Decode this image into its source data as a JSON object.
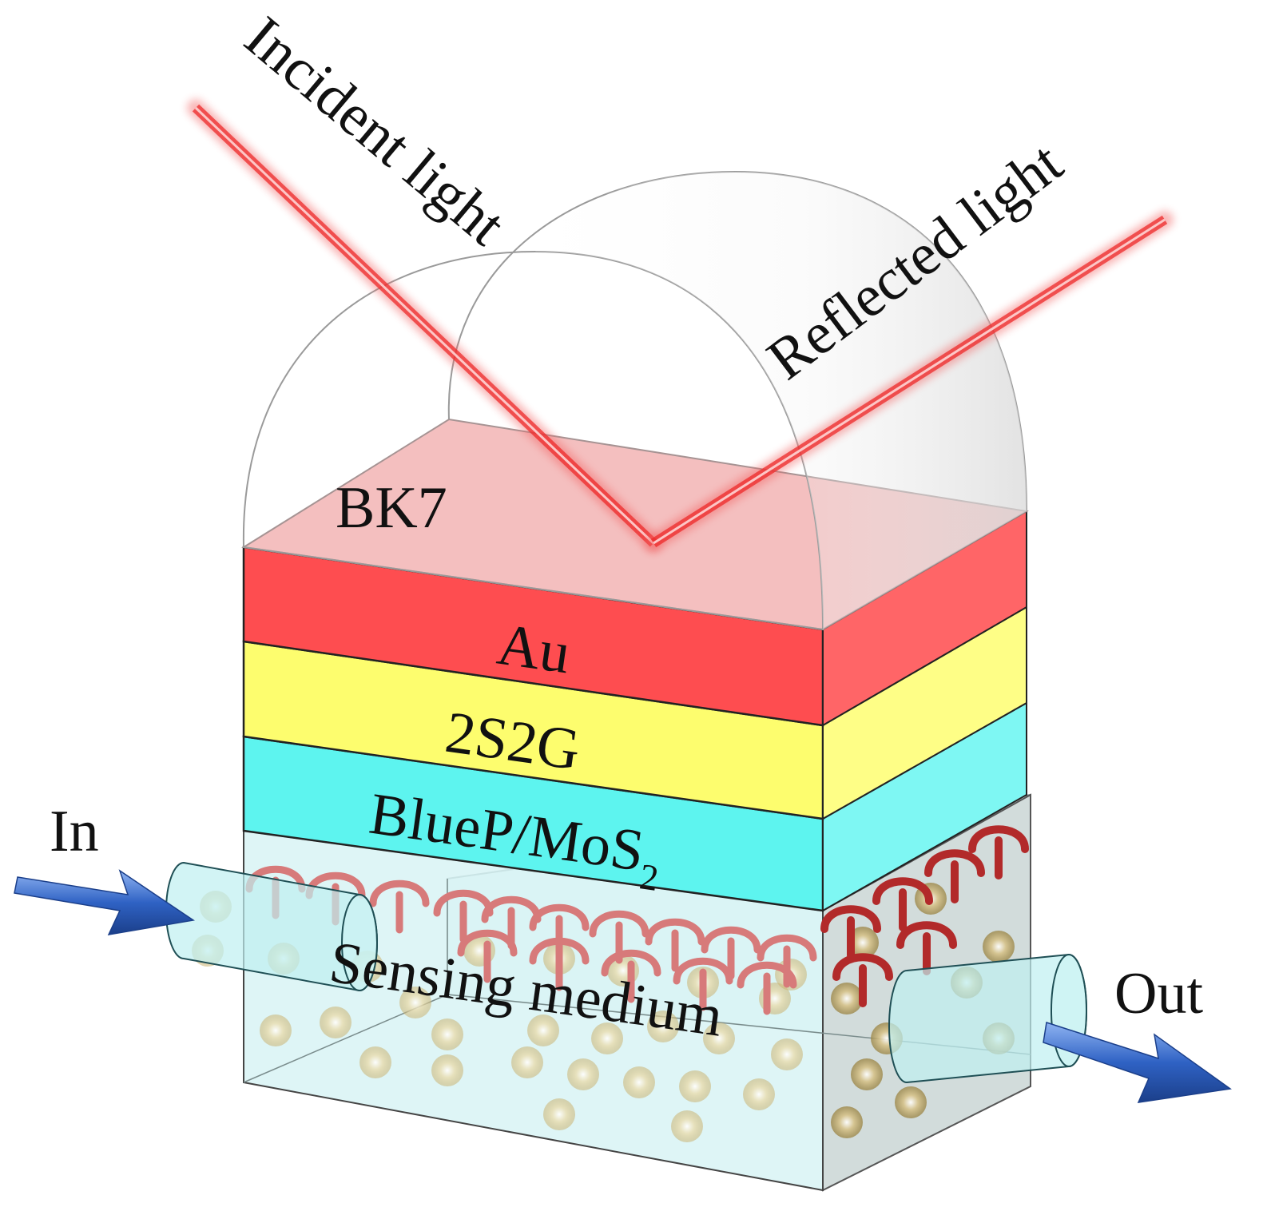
{
  "labels": {
    "incident": "Incident light",
    "reflected": "Reflected light",
    "bk7": "BK7",
    "au": "Au",
    "s2g": "2S2G",
    "bluep_main": "BlueP/MoS",
    "bluep_sub": "2",
    "sensing": "Sensing medium",
    "in": "In",
    "out": "Out"
  },
  "colors": {
    "beam": "#ee2a2a",
    "prism_tint": "#f2b3b3",
    "au": "#fe4d50",
    "s2g": "#fdfd6e",
    "bluep": "#5df4ef",
    "medium": "#d8f3f4",
    "arrow": "#2f62c4",
    "receptor": "#d77a7a",
    "particle": "#d9c88e"
  }
}
